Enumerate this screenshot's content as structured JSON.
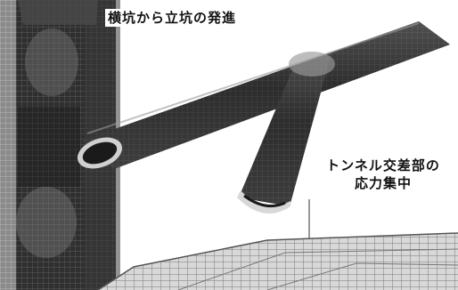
{
  "labels": {
    "shaft_from_adit": "横坑から立坑の発進",
    "tunnel_intersection_line1": "トンネル交差部の",
    "tunnel_intersection_line2": "応力集中"
  },
  "colors": {
    "background": "#ffffff",
    "surface_dark": "#2b2b2b",
    "surface_mid": "#5a5a5a",
    "surface_light": "#b8b8b8",
    "mesh_line": "#8a8a8a",
    "text": "#111111"
  }
}
